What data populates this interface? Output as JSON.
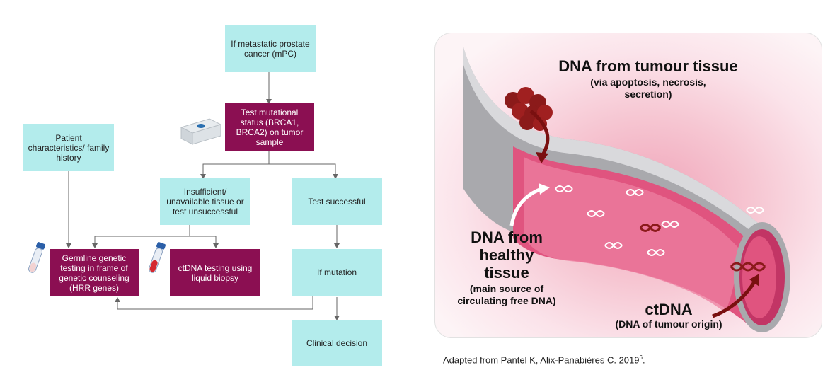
{
  "flowchart": {
    "metastatic": "If metastatic prostate cancer (mPC)",
    "test_mutational": "Test mutational status (BRCA1, BRCA2) on tumor sample",
    "patient": "Patient characteristics/ family history",
    "insufficient": "Insufficient/ unavailable tissue or test unsuccessful",
    "successful": "Test successful",
    "germline": "Germline genetic testing in frame of genetic counseling (HRR genes)",
    "ctdna_testing": "ctDNA testing using liquid biopsy",
    "if_mutation": "If mutation",
    "clinical": "Clinical decision"
  },
  "illustration": {
    "tumour_title": "DNA from tumour tissue",
    "tumour_sub": "(via apoptosis, necrosis, secretion)",
    "healthy_title": "DNA from healthy tissue",
    "healthy_sub": "(main source of circulating free DNA)",
    "ctdna_title": "ctDNA",
    "ctdna_sub": "(DNA of tumour origin)"
  },
  "caption": {
    "text": "Adapted from Pantel K, Alix-Panabières C. 2019",
    "ref": "6",
    "end": "."
  },
  "colors": {
    "cyan": "#b3ecec",
    "magenta": "#8b0f52",
    "arrow": "#666666"
  }
}
